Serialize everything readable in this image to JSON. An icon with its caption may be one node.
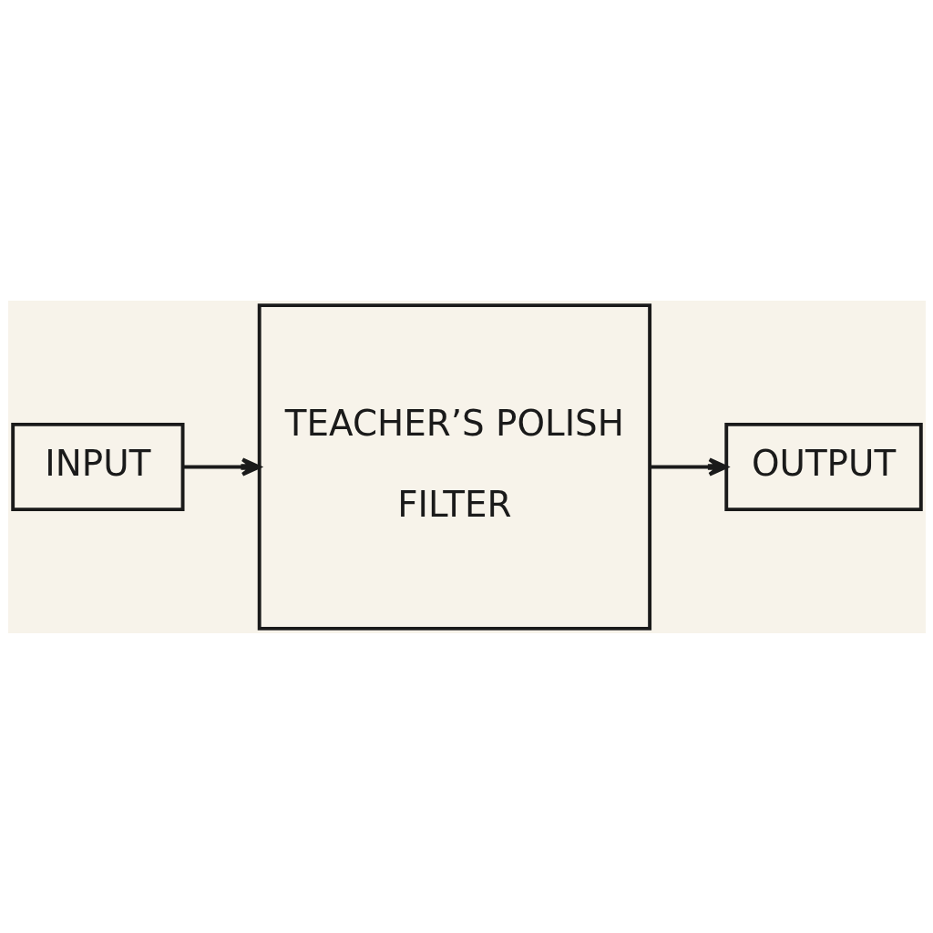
{
  "diagram": {
    "nodes": [
      {
        "text": [
          "INPUT"
        ]
      },
      {
        "text": [
          "TEACHER’S POLISH",
          "FILTER"
        ]
      },
      {
        "text": [
          "OUTPUT"
        ]
      }
    ],
    "edges": [
      {
        "from": 0,
        "to": 1,
        "arrow": "to"
      },
      {
        "from": 1,
        "to": 2,
        "arrow": "to"
      }
    ]
  }
}
